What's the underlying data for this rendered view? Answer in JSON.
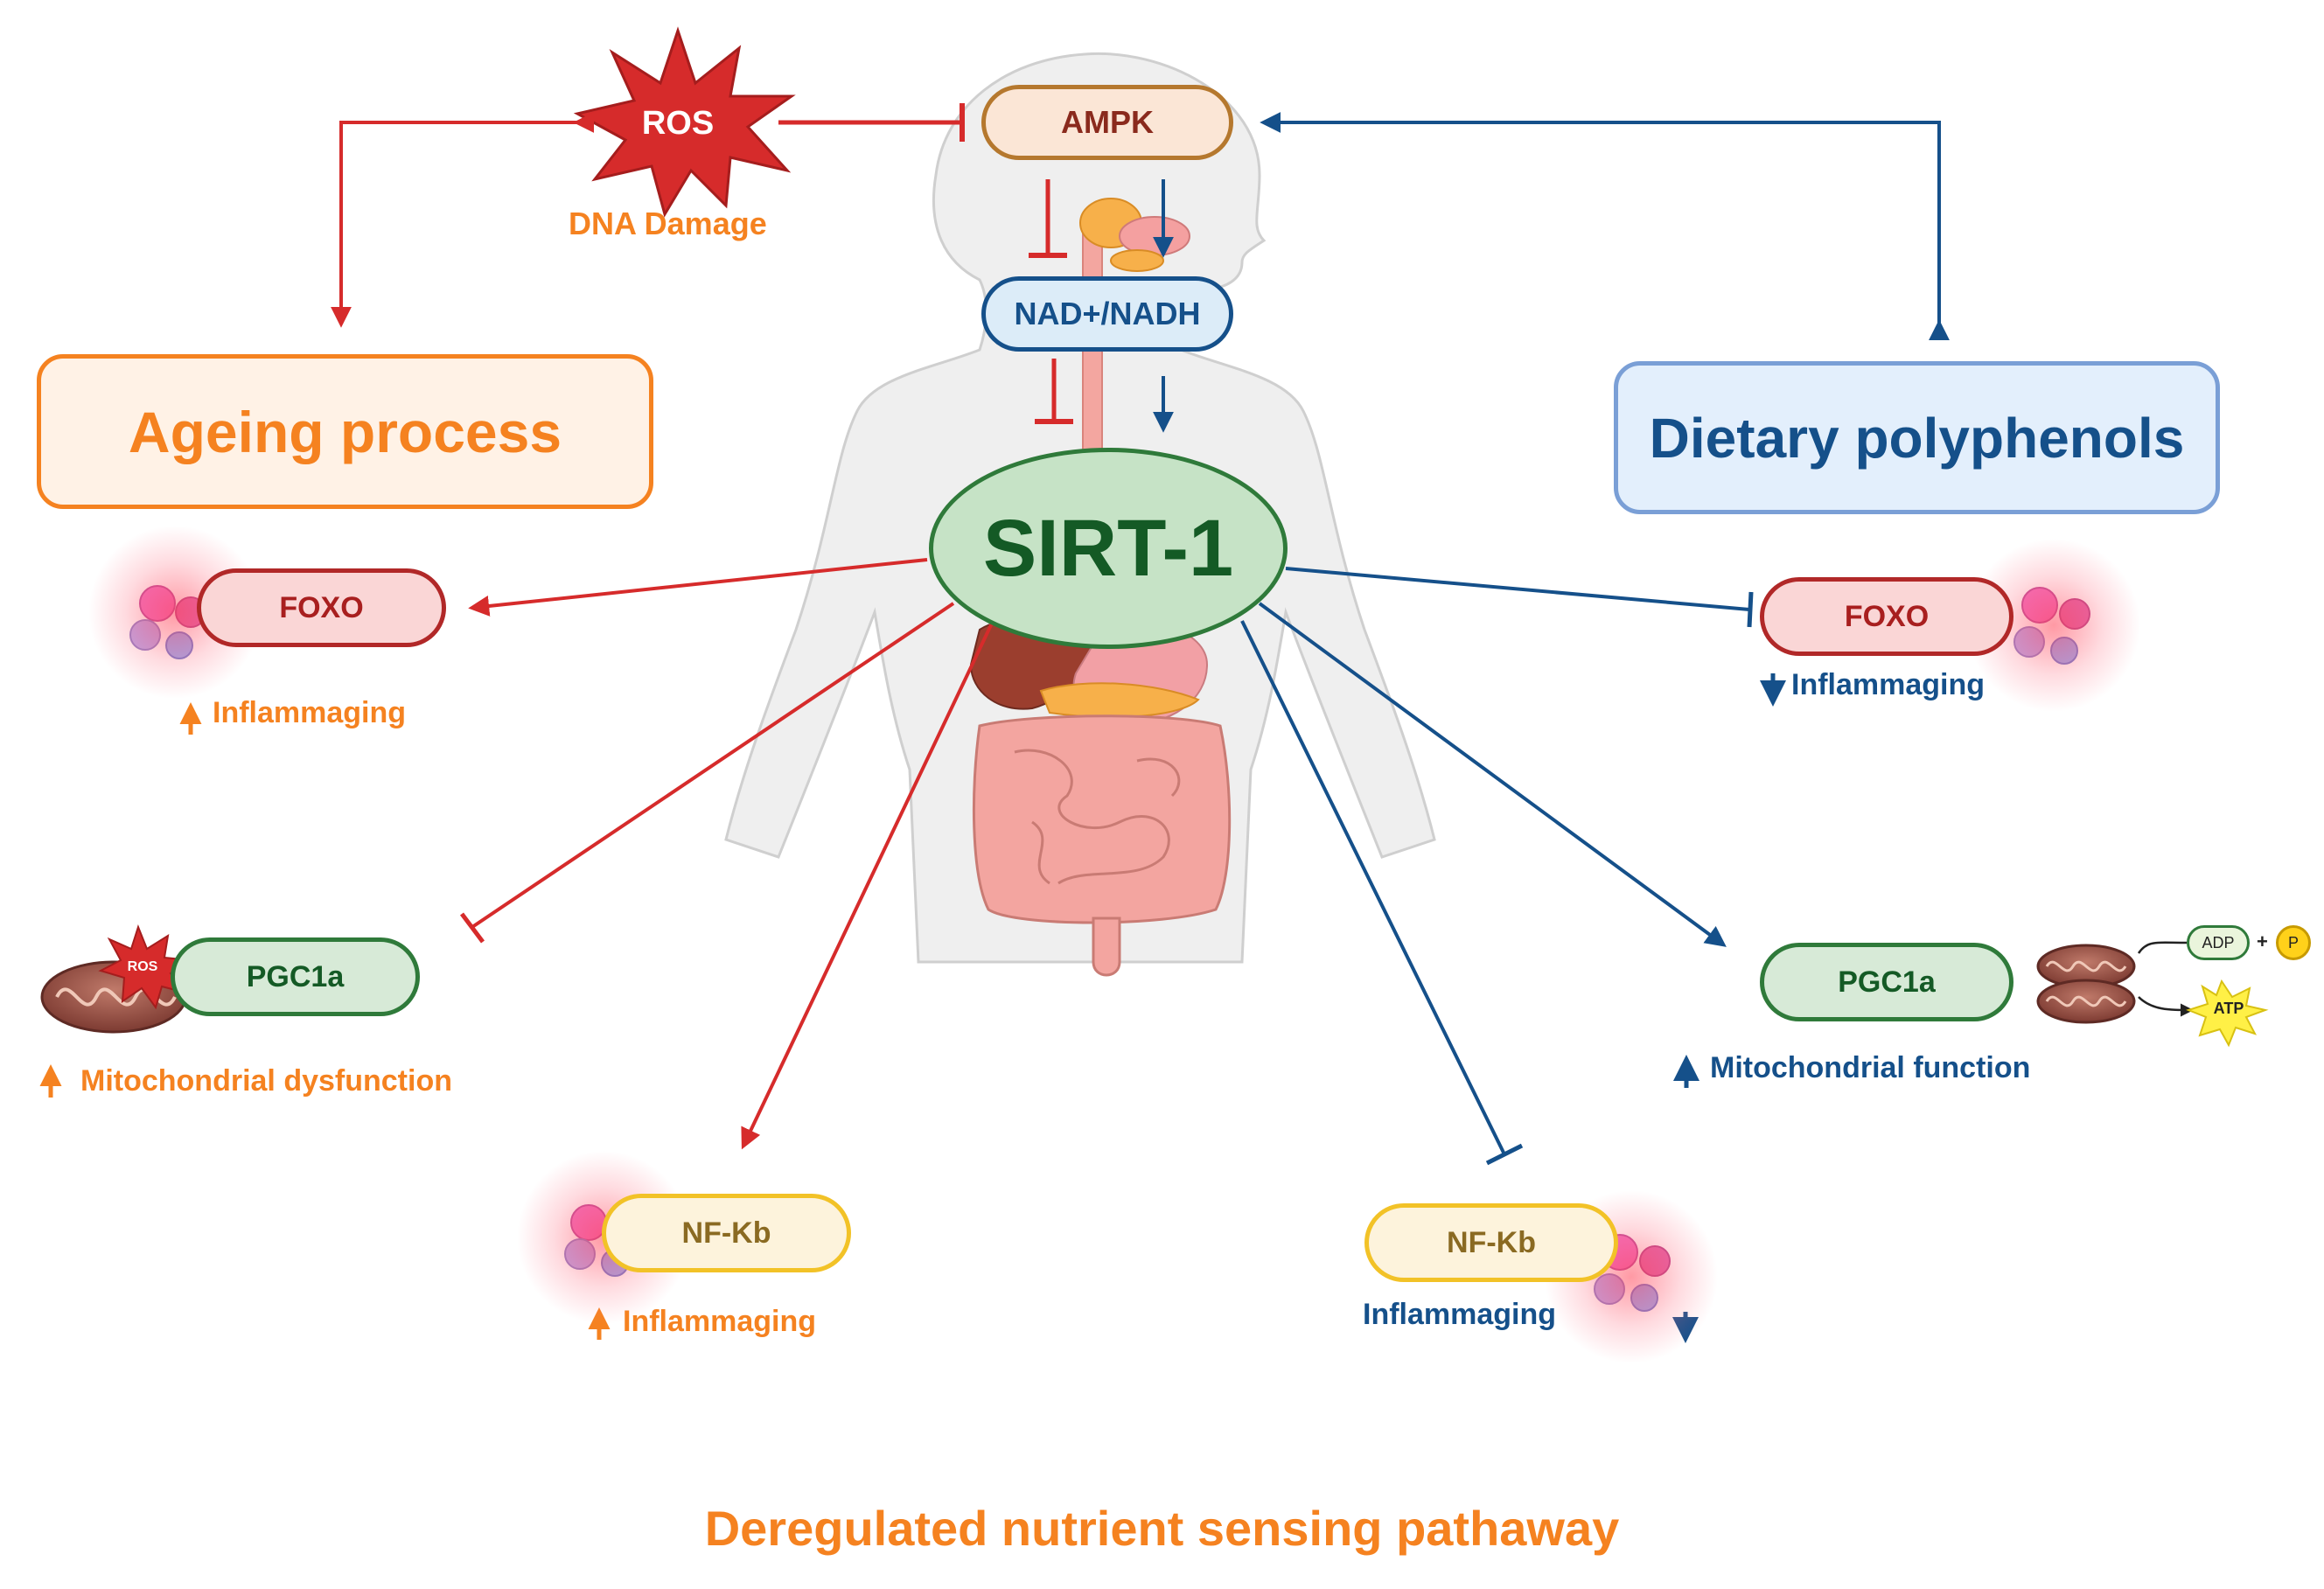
{
  "colors": {
    "ageing": "#d62b2b",
    "polyphenol": "#15508a",
    "orange_text": "#f58220",
    "blue_text": "#15508a"
  },
  "ros_top": {
    "label": "ROS",
    "caption": "DNA Damage"
  },
  "ampk": {
    "label": "AMPK"
  },
  "nad": {
    "label": "NAD+/NADH"
  },
  "sirt1": {
    "label": "SIRT-1"
  },
  "ageing": {
    "label": "Ageing process"
  },
  "dietary": {
    "label": "Dietary polyphenols"
  },
  "left": {
    "foxo": {
      "label": "FOXO",
      "effect": "Inflammaging",
      "direction": "up"
    },
    "pgc1a": {
      "label": "PGC1a",
      "ros_label": "ROS",
      "effect": "Mitochondrial dysfunction",
      "direction": "up"
    },
    "nfkb": {
      "label": "NF-Kb",
      "effect": "Inflammaging",
      "direction": "up"
    }
  },
  "right": {
    "foxo": {
      "label": "FOXO",
      "effect": "Inflammaging",
      "direction": "down"
    },
    "pgc1a": {
      "label": "PGC1a",
      "adp": "ADP",
      "plus": "+",
      "p": "P",
      "atp": "ATP",
      "effect": "Mitochondrial function",
      "direction": "up"
    },
    "nfkb": {
      "label": "NF-Kb",
      "effect": "Inflammaging",
      "direction": "down"
    }
  },
  "footer": {
    "label": "Deregulated nutrient sensing pathaway"
  }
}
